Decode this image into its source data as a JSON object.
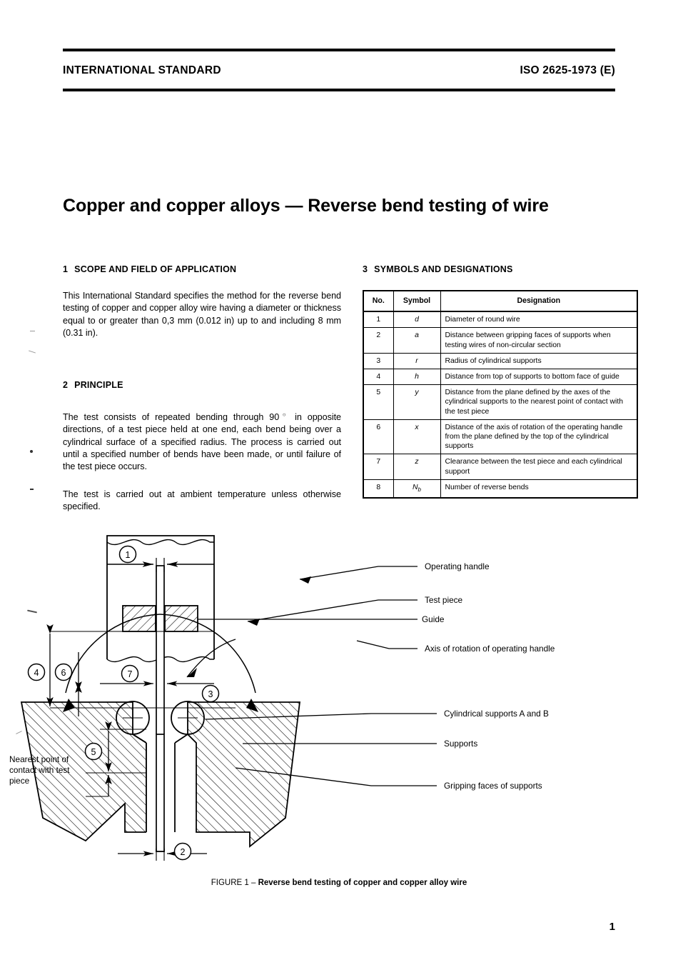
{
  "header": {
    "left": "INTERNATIONAL STANDARD",
    "right": "ISO 2625-1973 (E)"
  },
  "title": "Copper and copper alloys — Reverse bend testing of wire",
  "sections": {
    "scope": {
      "number": "1",
      "heading": "SCOPE AND FIELD OF APPLICATION",
      "paragraph": "This International Standard specifies the method for the reverse bend testing of copper and copper alloy wire having a diameter or thickness equal to or greater than 0,3 mm (0.012 in) up to and including 8 mm (0.31 in)."
    },
    "principle": {
      "number": "2",
      "heading": "PRINCIPLE",
      "paragraph_1_pre": "The test consists of repeated bending through 90",
      "paragraph_1_post": " in opposite directions, of a test piece held at one end, each bend being over a cylindrical surface of a specified radius. The process is carried out until a specified number of bends have been made, or until failure of the test piece occurs.",
      "paragraph_2": "The test is carried out at ambient temperature unless otherwise specified."
    },
    "symbols": {
      "number": "3",
      "heading": "SYMBOLS AND DESIGNATIONS"
    }
  },
  "table": {
    "columns": [
      "No.",
      "Symbol",
      "Designation"
    ],
    "rows": [
      {
        "no": "1",
        "symbol": "d",
        "designation": "Diameter of round wire"
      },
      {
        "no": "2",
        "symbol": "a",
        "designation": "Distance between gripping faces of supports when testing wires of non-circular section"
      },
      {
        "no": "3",
        "symbol": "r",
        "designation": "Radius of cylindrical supports"
      },
      {
        "no": "4",
        "symbol": "h",
        "designation": "Distance from top of supports to bottom face of guide"
      },
      {
        "no": "5",
        "symbol": "y",
        "designation": "Distance from the plane defined by the axes of the cylindrical supports to the nearest point of contact with the test piece"
      },
      {
        "no": "6",
        "symbol": "x",
        "designation": "Distance of the axis of rotation of the operating handle from the plane defined by the top of the cylindrical supports"
      },
      {
        "no": "7",
        "symbol": "z",
        "designation": "Clearance between the test piece and each cylindrical support"
      },
      {
        "no": "8",
        "symbol": "N",
        "symbol_sub": "b",
        "designation": "Number of reverse bends"
      }
    ]
  },
  "figure": {
    "caption_prefix": "FIGURE 1 – ",
    "caption_title": "Reverse bend testing of copper and copper alloy wire",
    "callouts": [
      {
        "id": "1",
        "label": "1"
      },
      {
        "id": "2",
        "label": "2"
      },
      {
        "id": "3",
        "label": "3"
      },
      {
        "id": "4",
        "label": "4"
      },
      {
        "id": "5",
        "label": "5"
      },
      {
        "id": "6",
        "label": "6"
      },
      {
        "id": "7",
        "label": "7"
      }
    ],
    "leader_labels": [
      "Operating handle",
      "Test piece",
      "Guide",
      "Axis of rotation of operating handle",
      "Cylindrical supports A and B",
      "Supports",
      "Gripping faces of supports"
    ],
    "left_label_lines": [
      "Nearest point of",
      "contact with test",
      "piece"
    ]
  },
  "page_number": "1"
}
